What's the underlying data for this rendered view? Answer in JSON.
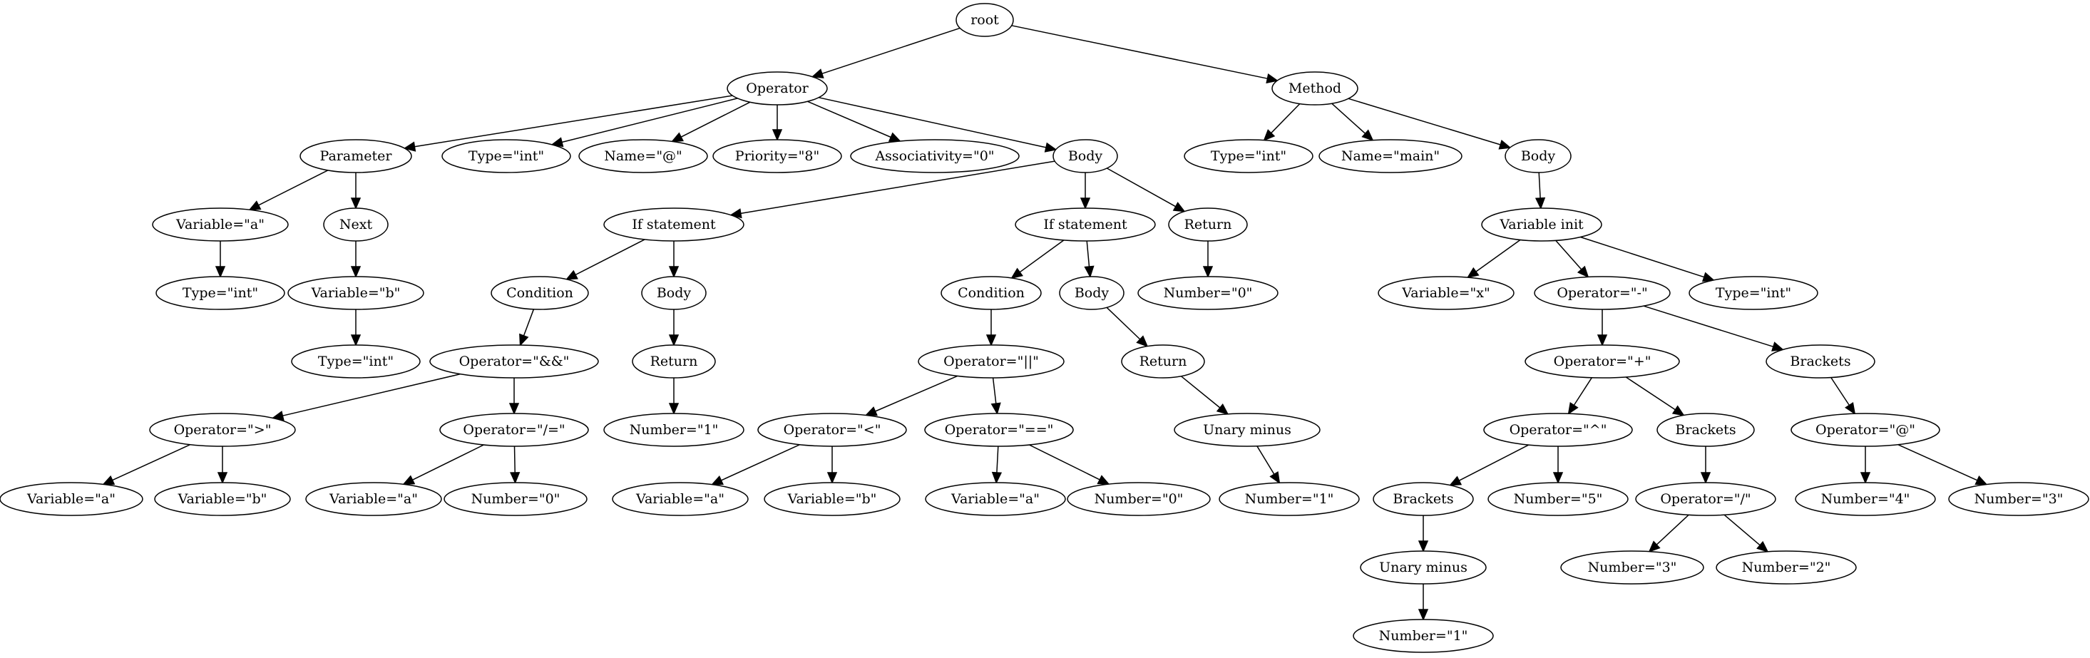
{
  "nodes": [
    {
      "id": "n0",
      "label": "root"
    },
    {
      "id": "n1",
      "label": "Operator"
    },
    {
      "id": "n2",
      "label": "Method"
    },
    {
      "id": "n3",
      "label": "Parameter"
    },
    {
      "id": "n4",
      "label": "Type=\"int\""
    },
    {
      "id": "n5",
      "label": "Name=\"@\""
    },
    {
      "id": "n6",
      "label": "Priority=\"8\""
    },
    {
      "id": "n7",
      "label": "Associativity=\"0\""
    },
    {
      "id": "n8",
      "label": "Body"
    },
    {
      "id": "n9",
      "label": "Type=\"int\""
    },
    {
      "id": "n10",
      "label": "Name=\"main\""
    },
    {
      "id": "n11",
      "label": "Body"
    },
    {
      "id": "n12",
      "label": "Variable=\"a\""
    },
    {
      "id": "n13",
      "label": "Next"
    },
    {
      "id": "n14",
      "label": "Type=\"int\""
    },
    {
      "id": "n15",
      "label": "Variable=\"b\""
    },
    {
      "id": "n16",
      "label": "Type=\"int\""
    },
    {
      "id": "n17",
      "label": "If statement"
    },
    {
      "id": "n18",
      "label": "If statement"
    },
    {
      "id": "n19",
      "label": "Return"
    },
    {
      "id": "n20",
      "label": "Condition"
    },
    {
      "id": "n21",
      "label": "Body"
    },
    {
      "id": "n22",
      "label": "Operator=\"&&\""
    },
    {
      "id": "n23",
      "label": "Return"
    },
    {
      "id": "n24",
      "label": "Number=\"1\""
    },
    {
      "id": "n25",
      "label": "Operator=\">\""
    },
    {
      "id": "n26",
      "label": "Operator=\"/=\""
    },
    {
      "id": "n27",
      "label": "Variable=\"a\""
    },
    {
      "id": "n28",
      "label": "Variable=\"b\""
    },
    {
      "id": "n29",
      "label": "Variable=\"a\""
    },
    {
      "id": "n30",
      "label": "Number=\"0\""
    },
    {
      "id": "n31",
      "label": "Condition"
    },
    {
      "id": "n32",
      "label": "Body"
    },
    {
      "id": "n33",
      "label": "Operator=\"||\""
    },
    {
      "id": "n34",
      "label": "Return"
    },
    {
      "id": "n35",
      "label": "Operator=\"<\""
    },
    {
      "id": "n36",
      "label": "Operator=\"==\""
    },
    {
      "id": "n37",
      "label": "Unary minus"
    },
    {
      "id": "n38",
      "label": "Variable=\"a\""
    },
    {
      "id": "n39",
      "label": "Variable=\"b\""
    },
    {
      "id": "n40",
      "label": "Variable=\"a\""
    },
    {
      "id": "n41",
      "label": "Number=\"0\""
    },
    {
      "id": "n42",
      "label": "Number=\"1\""
    },
    {
      "id": "n43",
      "label": "Number=\"0\""
    },
    {
      "id": "n44",
      "label": "Variable init"
    },
    {
      "id": "n45",
      "label": "Variable=\"x\""
    },
    {
      "id": "n46",
      "label": "Operator=\"-\""
    },
    {
      "id": "n47",
      "label": "Type=\"int\""
    },
    {
      "id": "n48",
      "label": "Operator=\"+\""
    },
    {
      "id": "n49",
      "label": "Brackets"
    },
    {
      "id": "n50",
      "label": "Operator=\"^\""
    },
    {
      "id": "n51",
      "label": "Brackets"
    },
    {
      "id": "n52",
      "label": "Operator=\"@\""
    },
    {
      "id": "n53",
      "label": "Brackets"
    },
    {
      "id": "n54",
      "label": "Number=\"5\""
    },
    {
      "id": "n55",
      "label": "Operator=\"/\""
    },
    {
      "id": "n56",
      "label": "Number=\"4\""
    },
    {
      "id": "n57",
      "label": "Number=\"3\""
    },
    {
      "id": "n58",
      "label": "Unary minus"
    },
    {
      "id": "n59",
      "label": "Number=\"3\""
    },
    {
      "id": "n60",
      "label": "Number=\"2\""
    },
    {
      "id": "n61",
      "label": "Number=\"1\""
    }
  ],
  "edges": [
    [
      "n0",
      "n1"
    ],
    [
      "n0",
      "n2"
    ],
    [
      "n1",
      "n3"
    ],
    [
      "n1",
      "n4"
    ],
    [
      "n1",
      "n5"
    ],
    [
      "n1",
      "n6"
    ],
    [
      "n1",
      "n7"
    ],
    [
      "n1",
      "n8"
    ],
    [
      "n2",
      "n9"
    ],
    [
      "n2",
      "n10"
    ],
    [
      "n2",
      "n11"
    ],
    [
      "n3",
      "n12"
    ],
    [
      "n3",
      "n13"
    ],
    [
      "n12",
      "n14"
    ],
    [
      "n13",
      "n15"
    ],
    [
      "n15",
      "n16"
    ],
    [
      "n8",
      "n17"
    ],
    [
      "n8",
      "n18"
    ],
    [
      "n8",
      "n19"
    ],
    [
      "n17",
      "n20"
    ],
    [
      "n17",
      "n21"
    ],
    [
      "n20",
      "n22"
    ],
    [
      "n21",
      "n23"
    ],
    [
      "n23",
      "n24"
    ],
    [
      "n22",
      "n25"
    ],
    [
      "n22",
      "n26"
    ],
    [
      "n25",
      "n27"
    ],
    [
      "n25",
      "n28"
    ],
    [
      "n26",
      "n29"
    ],
    [
      "n26",
      "n30"
    ],
    [
      "n18",
      "n31"
    ],
    [
      "n18",
      "n32"
    ],
    [
      "n31",
      "n33"
    ],
    [
      "n32",
      "n34"
    ],
    [
      "n33",
      "n35"
    ],
    [
      "n33",
      "n36"
    ],
    [
      "n34",
      "n37"
    ],
    [
      "n35",
      "n38"
    ],
    [
      "n35",
      "n39"
    ],
    [
      "n36",
      "n40"
    ],
    [
      "n36",
      "n41"
    ],
    [
      "n37",
      "n42"
    ],
    [
      "n19",
      "n43"
    ],
    [
      "n11",
      "n44"
    ],
    [
      "n44",
      "n45"
    ],
    [
      "n44",
      "n46"
    ],
    [
      "n44",
      "n47"
    ],
    [
      "n46",
      "n48"
    ],
    [
      "n46",
      "n49"
    ],
    [
      "n48",
      "n50"
    ],
    [
      "n48",
      "n51"
    ],
    [
      "n49",
      "n52"
    ],
    [
      "n50",
      "n53"
    ],
    [
      "n50",
      "n54"
    ],
    [
      "n51",
      "n55"
    ],
    [
      "n52",
      "n56"
    ],
    [
      "n52",
      "n57"
    ],
    [
      "n53",
      "n58"
    ],
    [
      "n55",
      "n59"
    ],
    [
      "n55",
      "n60"
    ],
    [
      "n58",
      "n61"
    ]
  ]
}
